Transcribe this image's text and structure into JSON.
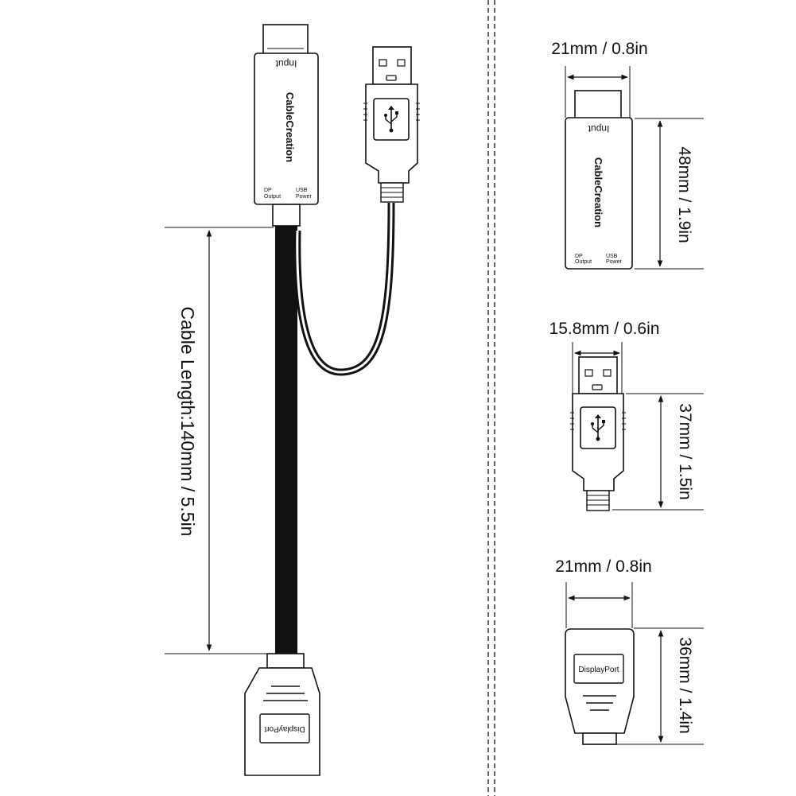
{
  "main_adapter": {
    "input_label": "Input",
    "brand": "CableCreation",
    "dp_output": [
      "DP",
      "Output"
    ],
    "usb_power": [
      "USB",
      "Power"
    ]
  },
  "cable_length": "Cable Length:140mm / 5.5in",
  "dp_end": {
    "label": "DisplayPort"
  },
  "dimensions": {
    "adapter_width": "21mm / 0.8in",
    "adapter_height": "48mm / 1.9in",
    "usb_width": "15.8mm / 0.6in",
    "usb_height": "37mm / 1.5in",
    "dp_width": "21mm / 0.8in",
    "dp_height": "36mm / 1.4in"
  }
}
